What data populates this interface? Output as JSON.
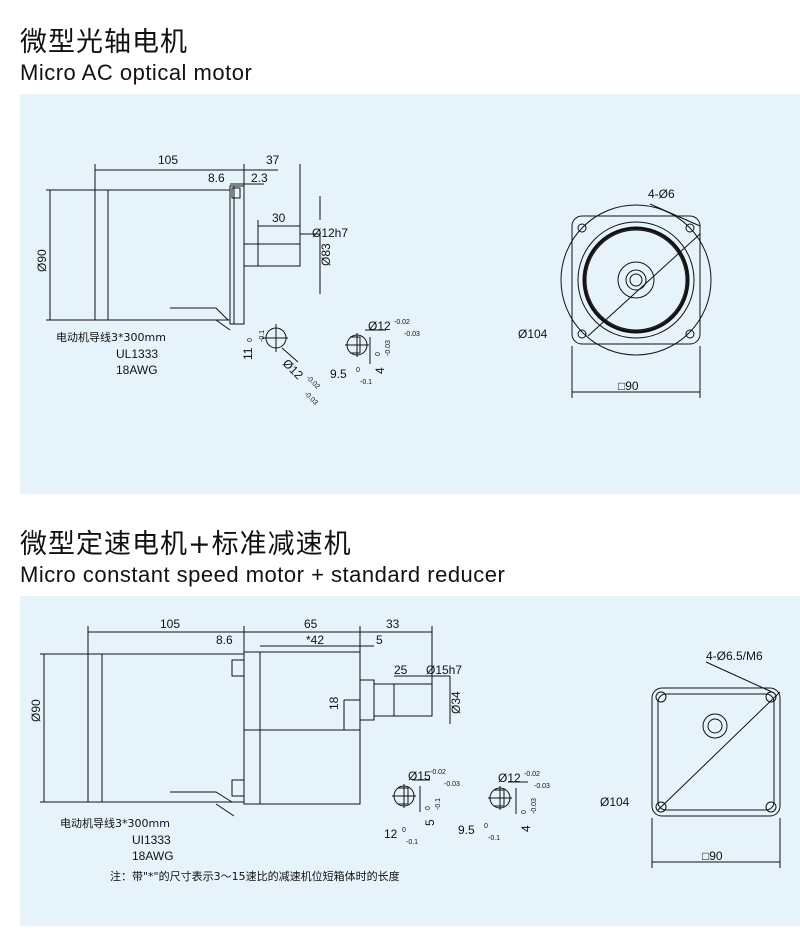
{
  "section1": {
    "title_cn": "微型光轴电机",
    "title_en": "Micro AC optical motor",
    "dims": {
      "len105": "105",
      "len37": "37",
      "len86": "8.6",
      "len23": "2.3",
      "len30": "30",
      "d12h7": "Ø12h7",
      "d83": "Ø83",
      "d90": "Ø90",
      "wire": "电动机导线3*300mm",
      "ul": "UL1333",
      "awg": "18AWG",
      "k11": "11",
      "k11tol_a": "0",
      "k11tol_b": "-0.1",
      "kd12": "Ø12",
      "kd12tol_a": "-0.02",
      "kd12tol_b": "-0.03",
      "sd12": "Ø12",
      "sd12tol_a": "-0.02",
      "sd12tol_b": "-0.03",
      "s95": "9.5",
      "s95tol_a": "0",
      "s95tol_b": "-0.1",
      "s4": "4",
      "s4tol_a": "0",
      "s4tol_b": "-0.03",
      "holes": "4-Ø6",
      "pcd": "Ø104",
      "sq": "□90"
    }
  },
  "section2": {
    "title_cn": "微型定速电机+标准减速机",
    "title_en": "Micro constant speed motor + standard reducer",
    "dims": {
      "len105": "105",
      "len65": "65",
      "len33": "33",
      "len86": "8.6",
      "len42": "*42",
      "len5": "5",
      "len25": "25",
      "d15h7": "Ø15h7",
      "d34": "Ø34",
      "len18": "18",
      "d90": "Ø90",
      "wire": "电动机导线3*300mm",
      "ul": "UI1333",
      "awg": "18AWG",
      "kd15": "Ø15",
      "kd15tol_a": "-0.02",
      "kd15tol_b": "-0.03",
      "k5": "5",
      "k5tol_a": "0",
      "k5tol_b": "-0.1",
      "k12": "12",
      "k12tol_a": "0",
      "k12tol_b": "-0.1",
      "sd12": "Ø12",
      "sd12tol_a": "-0.02",
      "sd12tol_b": "-0.03",
      "s95": "9.5",
      "s95tol_a": "0",
      "s95tol_b": "-0.1",
      "s4": "4",
      "s4tol_a": "0",
      "s4tol_b": "-0.03",
      "holes": "4-Ø6.5/M6",
      "pcd": "Ø104",
      "sq": "□90",
      "note": "注：带\"*\"的尺寸表示3～15速比的减速机位短箱体时的长度"
    }
  }
}
